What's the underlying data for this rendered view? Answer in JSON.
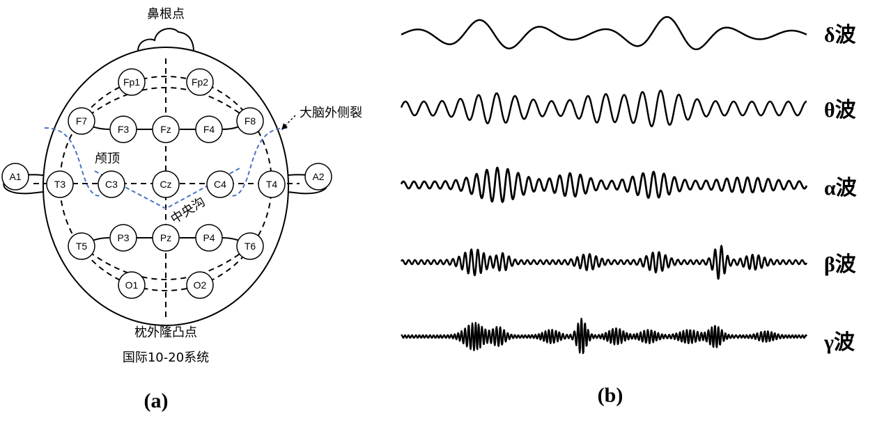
{
  "panel_a": {
    "label": "(a)",
    "nasion": "鼻根点",
    "inion": "枕外隆凸点",
    "system": "国际10-20系统",
    "lateral_sulcus": "大脑外侧裂",
    "parietal": "颅顶",
    "central_sulcus": "中央沟",
    "electrodes": [
      {
        "id": "Fp1",
        "label": "Fp1"
      },
      {
        "id": "Fp2",
        "label": "Fp2"
      },
      {
        "id": "F7",
        "label": "F7"
      },
      {
        "id": "F3",
        "label": "F3"
      },
      {
        "id": "Fz",
        "label": "Fz"
      },
      {
        "id": "F4",
        "label": "F4"
      },
      {
        "id": "F8",
        "label": "F8"
      },
      {
        "id": "A1",
        "label": "A1"
      },
      {
        "id": "T3",
        "label": "T3"
      },
      {
        "id": "C3",
        "label": "C3"
      },
      {
        "id": "Cz",
        "label": "Cz"
      },
      {
        "id": "C4",
        "label": "C4"
      },
      {
        "id": "T4",
        "label": "T4"
      },
      {
        "id": "A2",
        "label": "A2"
      },
      {
        "id": "T5",
        "label": "T5"
      },
      {
        "id": "P3",
        "label": "P3"
      },
      {
        "id": "Pz",
        "label": "Pz"
      },
      {
        "id": "P4",
        "label": "P4"
      },
      {
        "id": "T6",
        "label": "T6"
      },
      {
        "id": "O1",
        "label": "O1"
      },
      {
        "id": "O2",
        "label": "O2"
      }
    ],
    "sulcus_color": "#4a72c4"
  },
  "panel_b": {
    "label": "(b)",
    "waves": [
      {
        "name": "δ波",
        "label": "δ波"
      },
      {
        "name": "θ波",
        "label": "θ波"
      },
      {
        "name": "α波",
        "label": "α波"
      },
      {
        "name": "β波",
        "label": "β波"
      },
      {
        "name": "γ波",
        "label": "γ波"
      }
    ]
  }
}
